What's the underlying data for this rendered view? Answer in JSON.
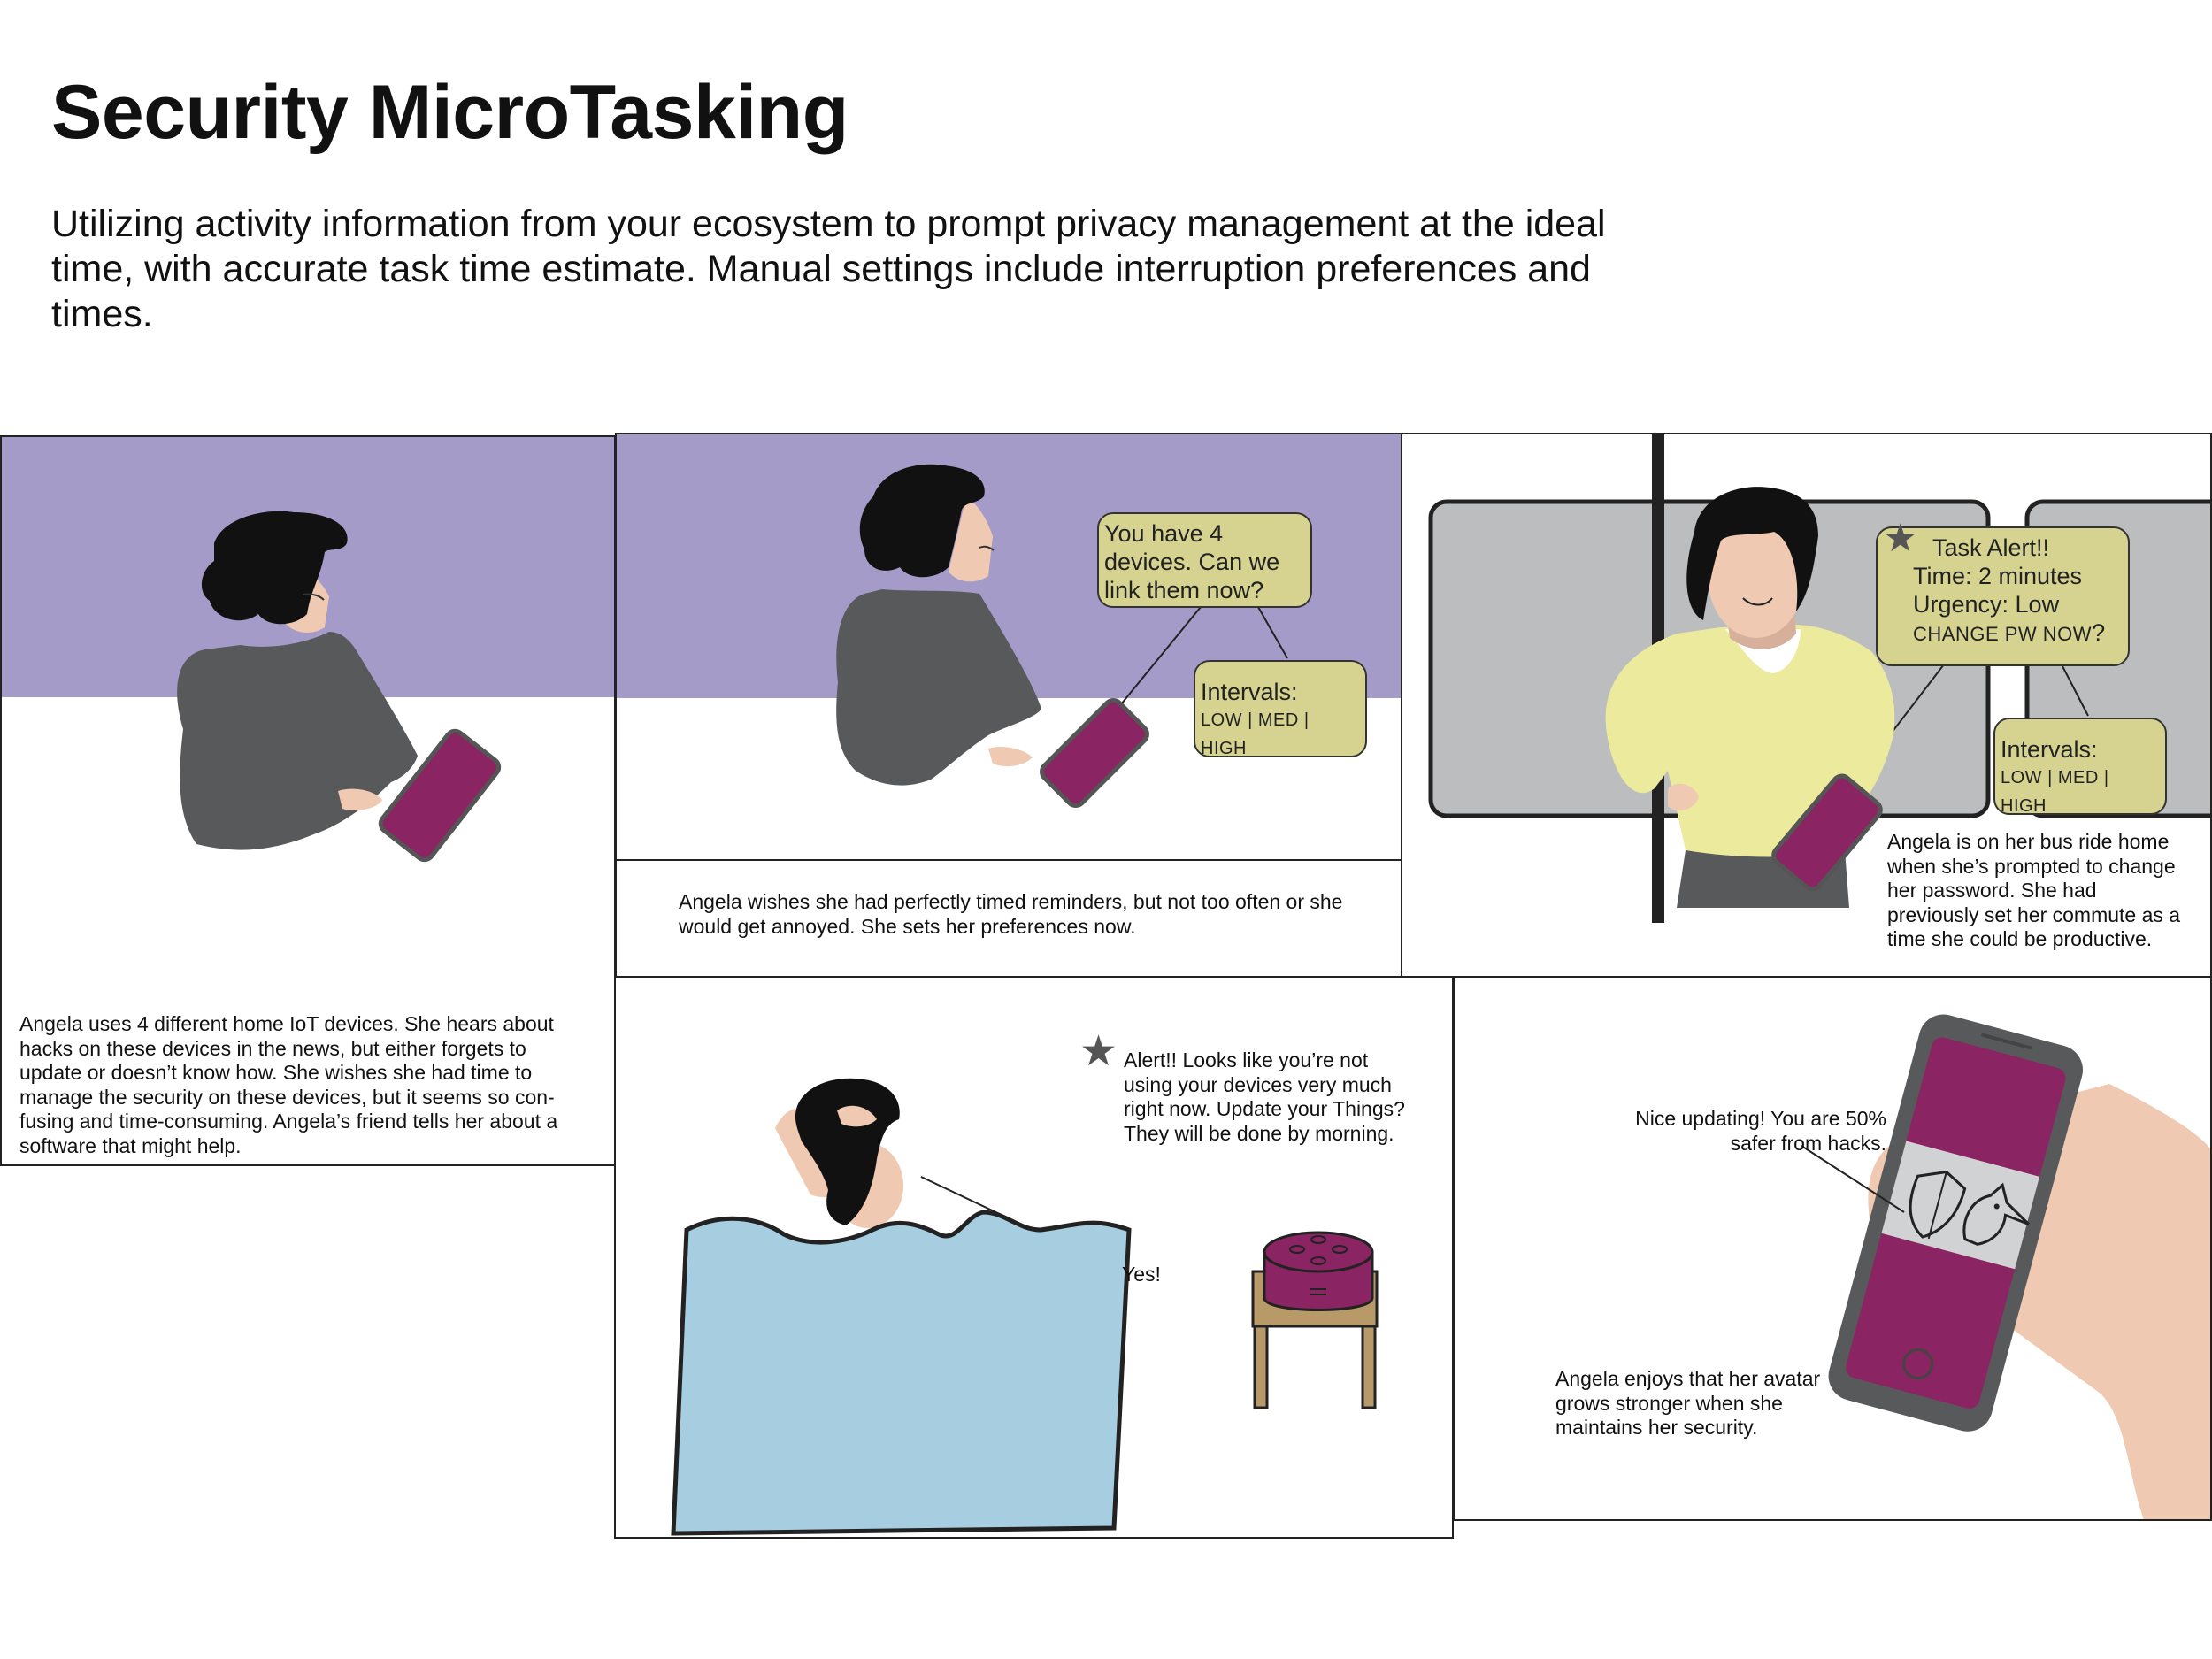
{
  "header": {
    "title": "Security MicroTasking",
    "subtitle": "Utilizing activity information from your ecosystem to prompt privacy management at the ideal time, with accurate task time estimate. Manual settings include interruption preferences and times."
  },
  "colors": {
    "purple_bg": "#a59bc9",
    "phone": "#8a2462",
    "sweater": "#58595b",
    "skin": "#efc9b1",
    "hair": "#111111",
    "bubble": "#d6d391",
    "bus": "#bcbdbf",
    "yellow_top": "#ecea9c",
    "blanket": "#a6cde0",
    "table": "#b89a68"
  },
  "panels": {
    "p1": {
      "caption": "Angela uses 4 different home IoT devices. She hears about hacks on these devices in the news, but either forgets to update or doesn’t know how. She wishes she had time to manage the security on these devices, but it seems so con-fusing and time-consuming. Angela’s friend tells her about a software that might help."
    },
    "p2": {
      "bubble_main": "You have 4 devices. Can we link them now?",
      "bubble_intervals_title": "Intervals:",
      "interval_low": "LOW",
      "interval_med": "MED",
      "interval_high": "HIGH",
      "sep": "|",
      "caption": "Angela wishes she had perfectly timed reminders, but not too often or she would get annoyed. She sets her preferences now."
    },
    "p3": {
      "alert_title": "Task Alert!!",
      "alert_time": "Time: 2 minutes",
      "alert_urgency": "Urgency: Low",
      "alert_action": "CHANGE PW NOW",
      "alert_q": "?",
      "intervals_title": "Intervals:",
      "interval_low": "LOW",
      "interval_med": "MED",
      "interval_high": "HIGH",
      "sep": "|",
      "caption": "Angela is on her bus ride home when she’s prompted to change her password. She had previously set her commute as a time she could be productive."
    },
    "p4": {
      "alert": "Alert!! Looks like you’re not using your devices very much right now. Update your Things? They will be done by morning.",
      "reply": "Yes!"
    },
    "p5": {
      "message": "Nice updating! You are 50% safer from hacks.",
      "caption": "Angela enjoys that her avatar grows stronger when she maintains her security."
    }
  }
}
